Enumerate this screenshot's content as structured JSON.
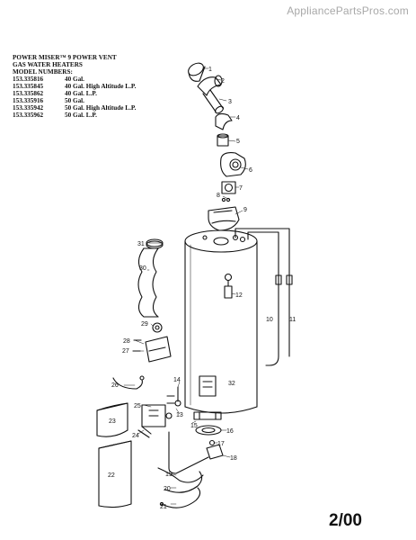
{
  "watermark": "AppliancePartsPros.com",
  "header": {
    "line1": "POWER MISER™ 9 POWER VENT",
    "line2": "GAS WATER HEATERS",
    "line3": "MODEL NUMBERS:"
  },
  "models": [
    {
      "number": "153.335816",
      "description": "40 Gal."
    },
    {
      "number": "153.335845",
      "description": "40 Gal. High Altitude L.P."
    },
    {
      "number": "153.335862",
      "description": "40 Gal. L.P."
    },
    {
      "number": "153.335916",
      "description": "50 Gal."
    },
    {
      "number": "153.335942",
      "description": "50 Gal. High Altitude L.P."
    },
    {
      "number": "153.335962",
      "description": "50 Gal. L.P."
    }
  ],
  "callouts": [
    "1",
    "2",
    "3",
    "4",
    "5",
    "6",
    "7",
    "8",
    "9",
    "10",
    "11",
    "12",
    "13",
    "14",
    "15",
    "16",
    "17",
    "18",
    "19",
    "20",
    "21",
    "22",
    "23",
    "24",
    "25",
    "26",
    "27",
    "28",
    "29",
    "30",
    "31",
    "32"
  ],
  "date": "2/00"
}
